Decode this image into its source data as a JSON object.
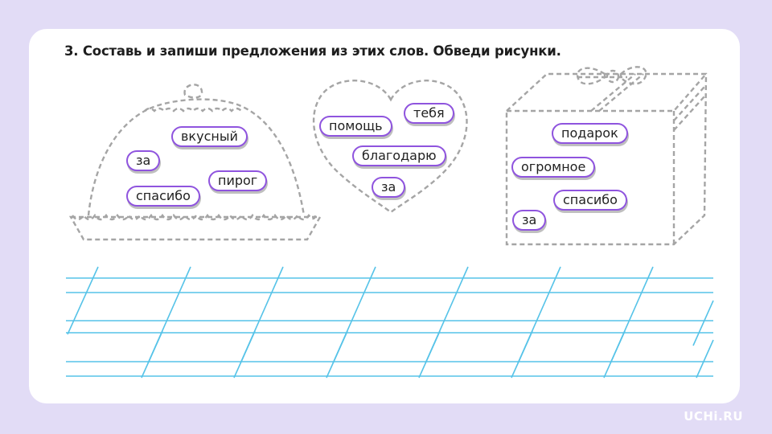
{
  "task": {
    "title": "3. Составь и запиши предложения из этих слов. Обведи рисунки."
  },
  "groups": {
    "cake": {
      "words": [
        "вкусный",
        "за",
        "пирог",
        "спасибо"
      ]
    },
    "heart": {
      "words": [
        "тебя",
        "помощь",
        "благодарю",
        "за"
      ]
    },
    "gift": {
      "words": [
        "подарок",
        "огромное",
        "спасибо",
        "за"
      ]
    }
  },
  "brand": {
    "logo": "UCHi.RU"
  },
  "colors": {
    "background": "#e2dcf6",
    "card": "#ffffff",
    "word_border": "#8f54de",
    "dashed_outline": "#a5a5a5",
    "writing_lines": "#56c3e8"
  }
}
